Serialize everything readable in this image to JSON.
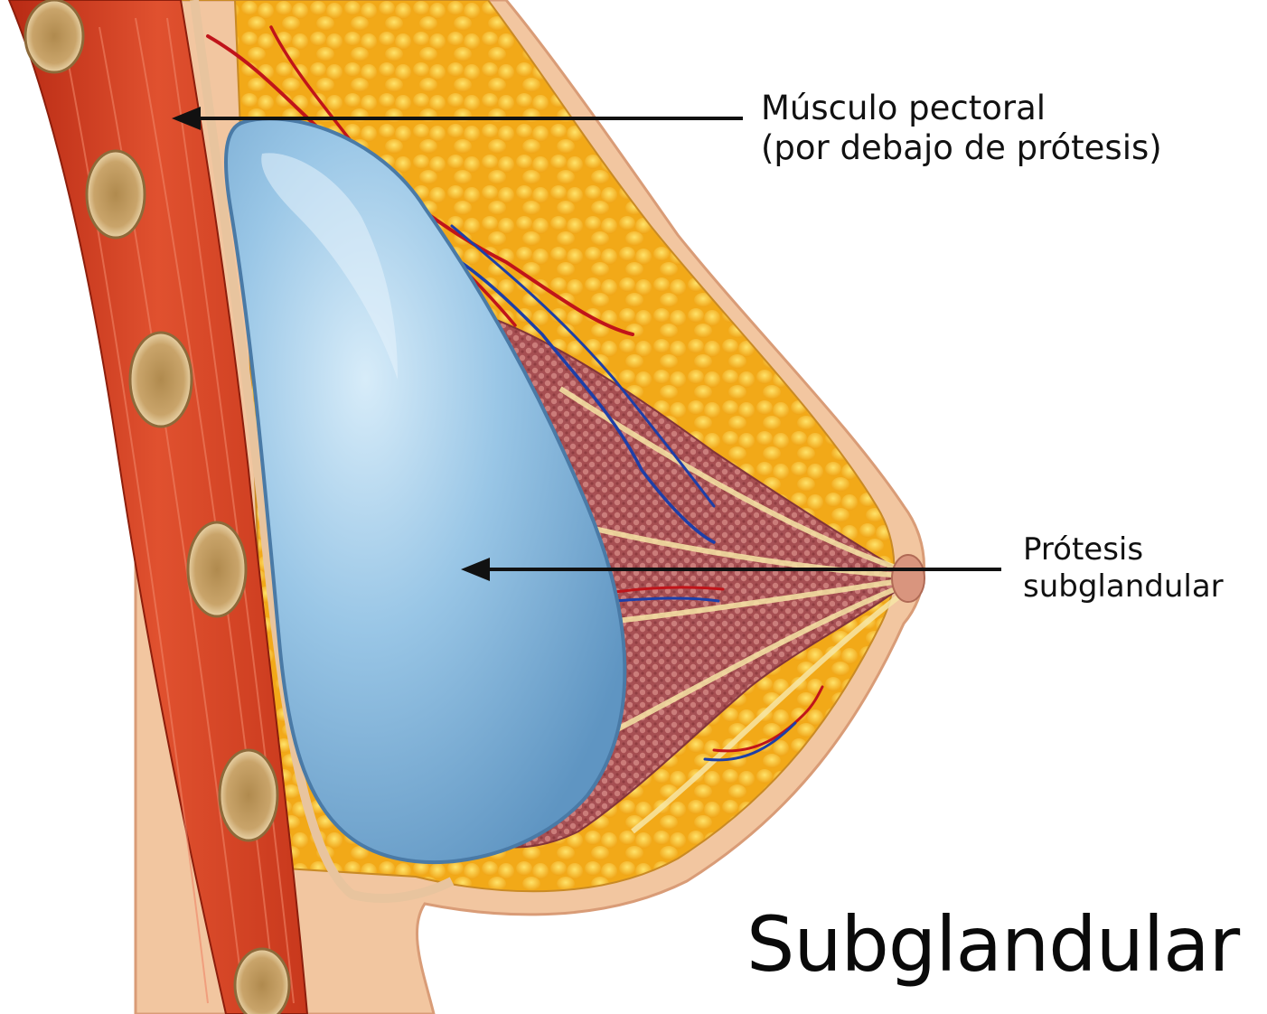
{
  "title": "Subglandular",
  "labels": {
    "pectoral": {
      "line1": "Músculo pectoral",
      "line2": "(por debajo de prótesis)"
    },
    "protesis": {
      "line1": "Prótesis",
      "line2": "subglandular"
    }
  },
  "colors": {
    "skin": "#f3c9a4",
    "skin_edge": "#d89a74",
    "muscle": "#cf3a1f",
    "muscle_light": "#e5603e",
    "fat": "#f6b81c",
    "fat_light": "#ffd654",
    "gland": "#9c4350",
    "gland_light": "#c76a72",
    "implant": "#8cbde0",
    "implant_highlight": "#cfe6f7",
    "rib": "#c9a46a",
    "artery": "#c0141a",
    "vein": "#1d3fa8",
    "arrow": "#111111"
  }
}
